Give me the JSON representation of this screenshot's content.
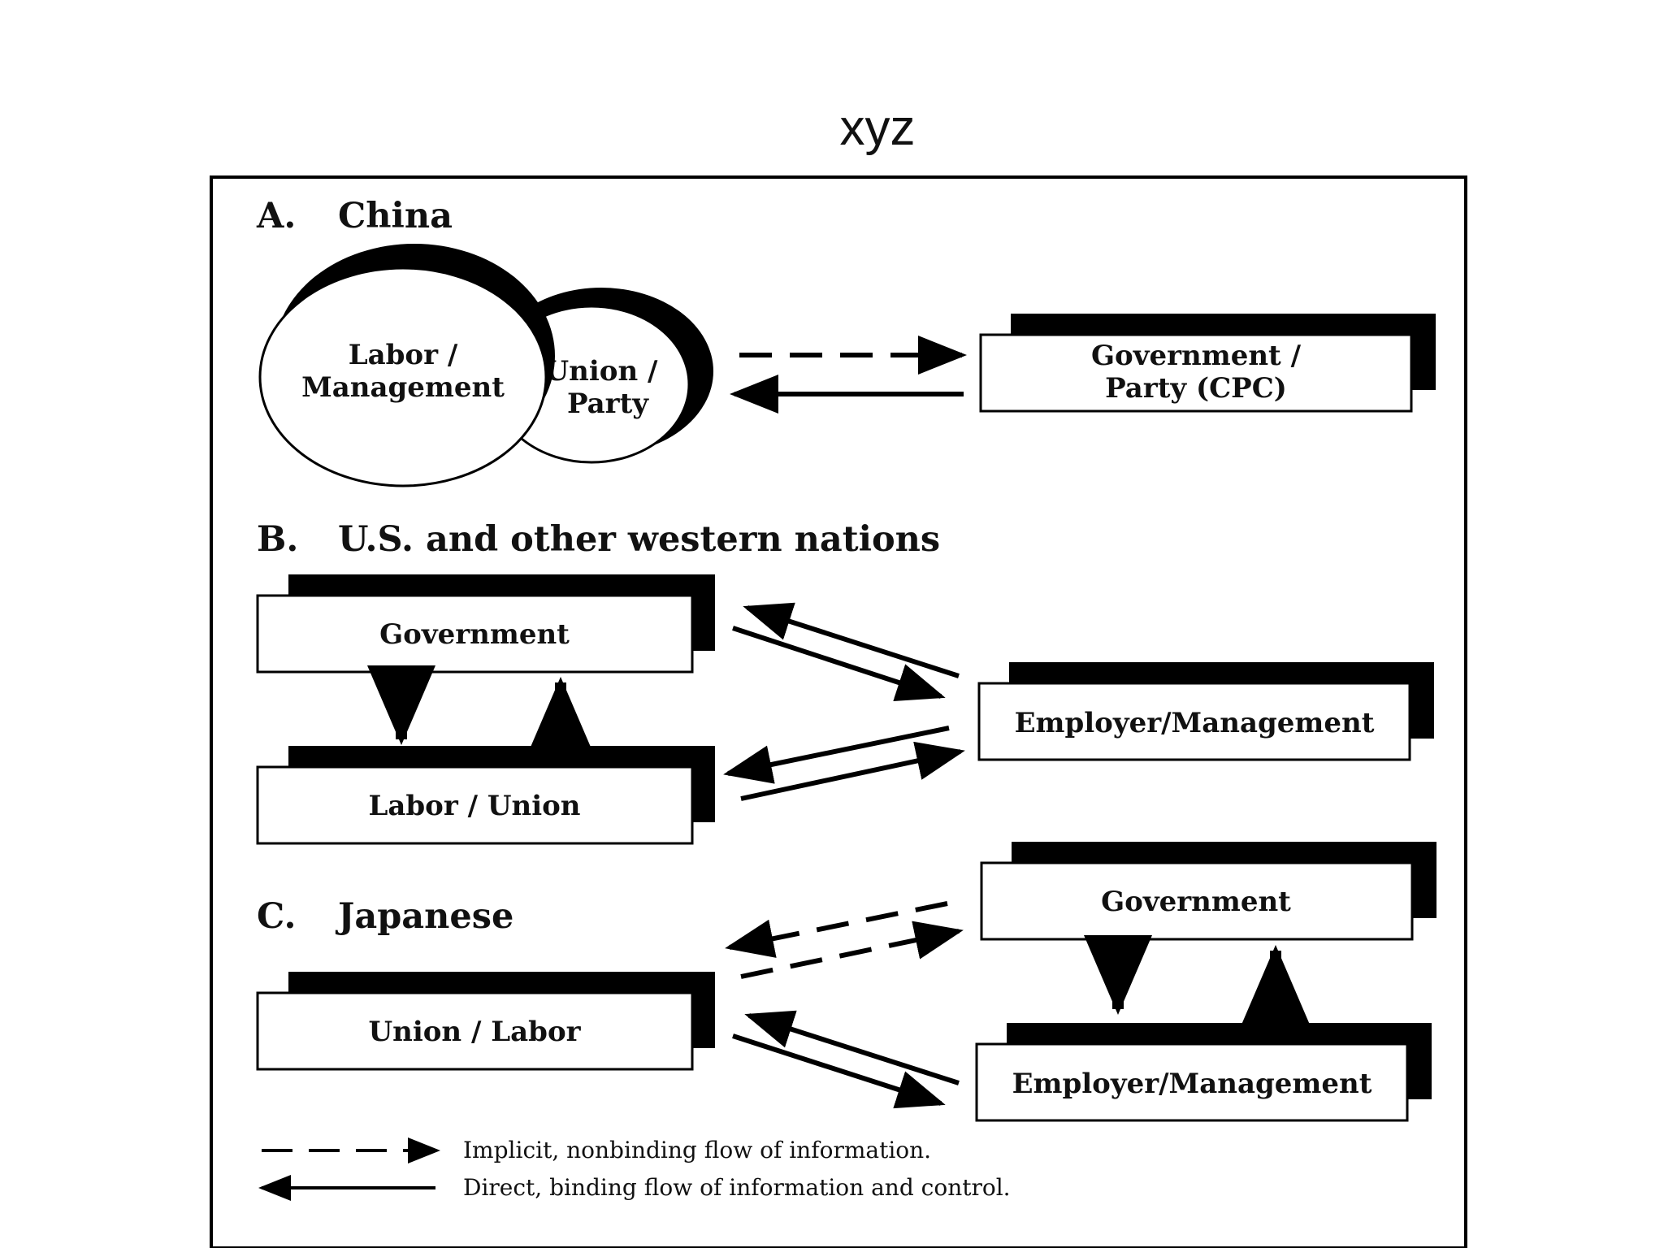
{
  "slide": {
    "title": "xyz"
  },
  "sections": {
    "a": {
      "letter": "A.",
      "heading": "China",
      "circle_left": {
        "line1": "Labor /",
        "line2": "Management"
      },
      "circle_right": {
        "line1": "Union /",
        "line2": "Party"
      },
      "box_gov": {
        "line1": "Government /",
        "line2": "Party (CPC)"
      }
    },
    "b": {
      "letter": "B.",
      "heading": "U.S. and other western nations",
      "box_gov": "Government",
      "box_labor": "Labor / Union",
      "box_emp": "Employer/Management"
    },
    "c": {
      "letter": "C.",
      "heading": "Japanese",
      "box_union": "Union / Labor",
      "box_gov": "Government",
      "box_emp": "Employer/Management"
    }
  },
  "legend": {
    "dashed": "Implicit, nonbinding flow of information.",
    "solid": "Direct, binding flow of information and control."
  }
}
